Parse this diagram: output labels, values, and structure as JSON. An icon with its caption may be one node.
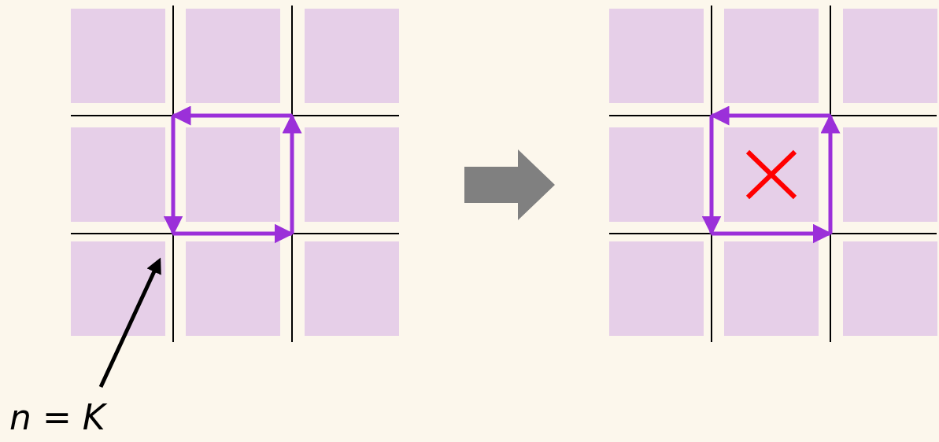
{
  "diagram": {
    "nodes": [
      {
        "text": [],
        "shape": "grid"
      },
      {
        "text": [],
        "shape": "grid"
      },
      {
        "text": [
          "*n* = *K*"
        ]
      }
    ],
    "edges": [
      {
        "from": 0,
        "to": 1,
        "arrow": "to",
        "style": "thick",
        "color": "#808080"
      },
      {
        "from": 2,
        "to": 0,
        "arrow": "to"
      }
    ]
  }
}
